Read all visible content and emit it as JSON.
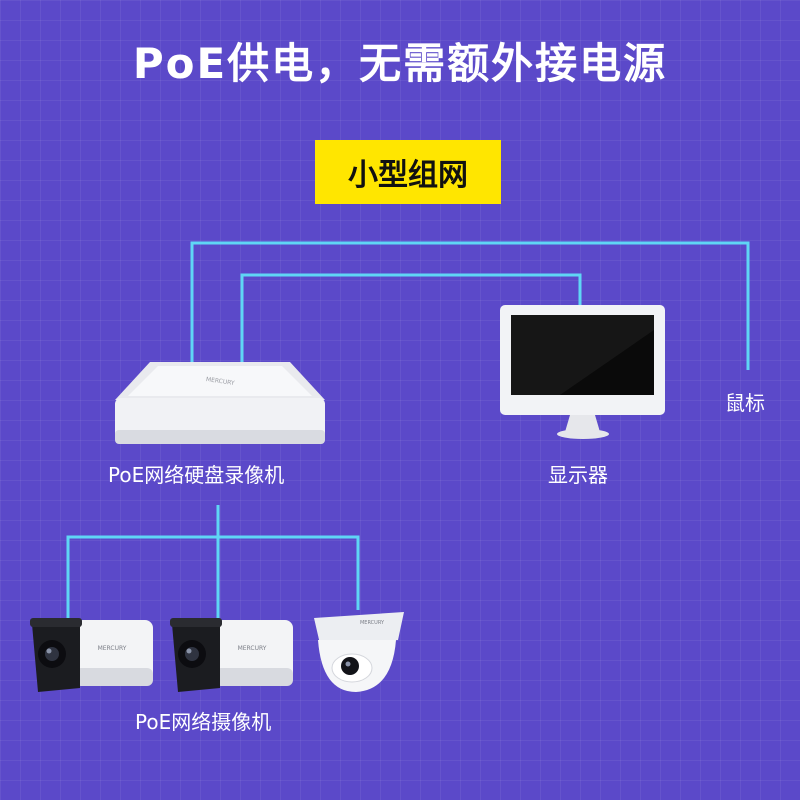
{
  "title": "PoE供电，无需额外接电源",
  "tag": "小型组网",
  "labels": {
    "nvr": "PoE网络硬盘录像机",
    "monitor": "显示器",
    "mouse": "鼠标",
    "cameras": "PoE网络摄像机"
  },
  "brand": "MERCURY",
  "colors": {
    "background": "#5b49c9",
    "cable": "#5fd6f5",
    "tag_bg": "#ffe600"
  }
}
